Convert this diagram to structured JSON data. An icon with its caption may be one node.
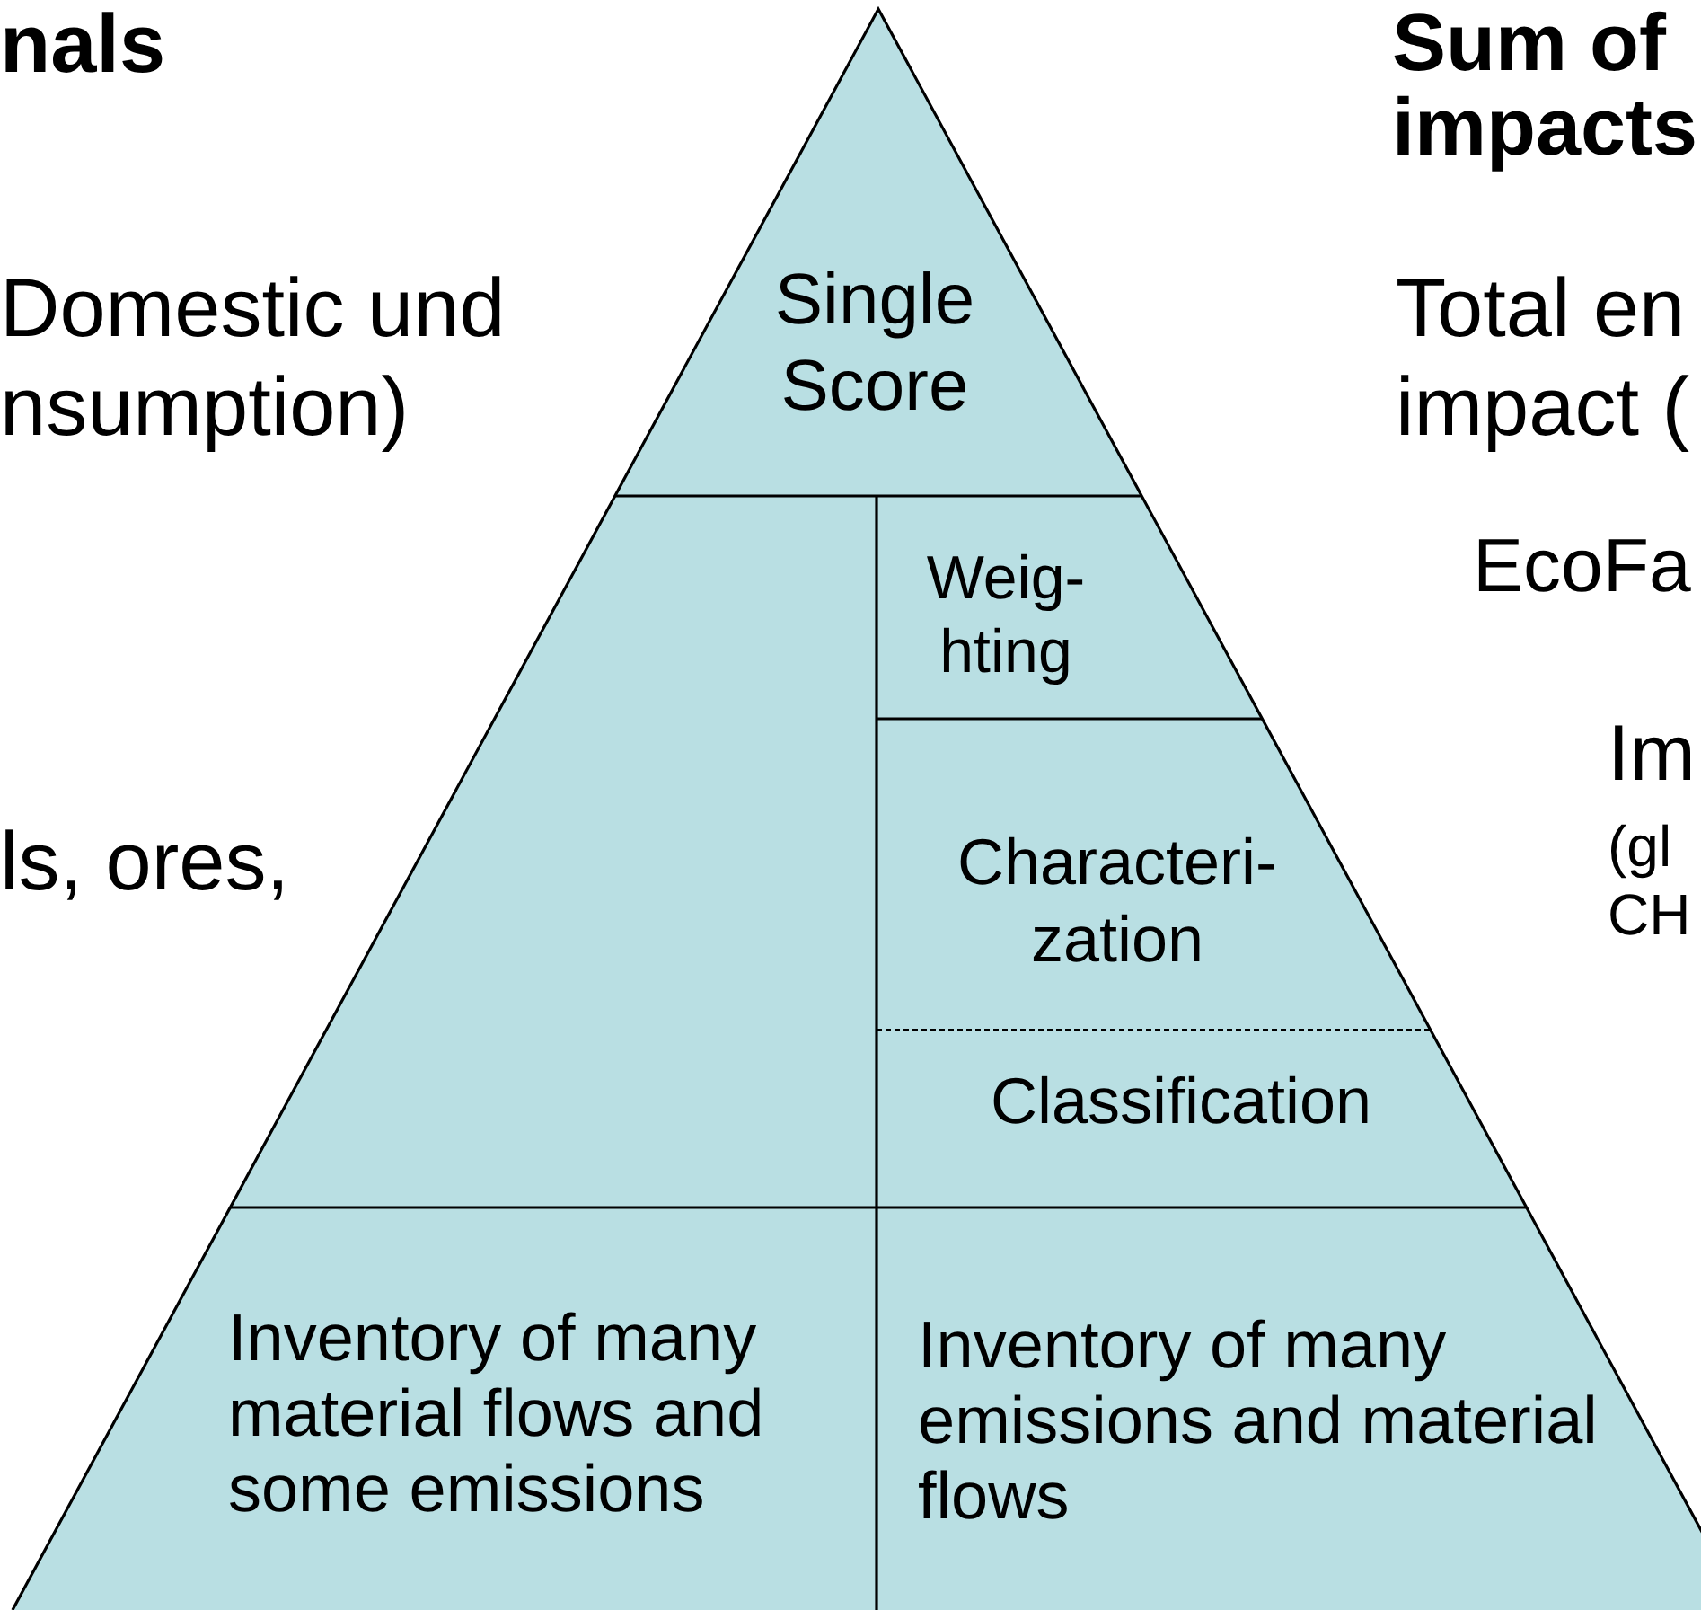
{
  "diagram": {
    "nodes": [
      {
        "text": [
          "Single Score"
        ]
      },
      {
        "text": [
          "Weig- hting"
        ]
      },
      {
        "text": [
          "Characteri- zation"
        ]
      },
      {
        "text": [
          "Classification"
        ]
      },
      {
        "text": [],
        "shape": "box"
      },
      {
        "text": [
          "Inventory of many material flows and some emissions"
        ]
      },
      {
        "text": [
          "Inventory of many emissions and material flows"
        ]
      }
    ],
    "labels": [
      "nals",
      "Domestic und nsumption)",
      "ls, ores,",
      "Sum of impacts",
      "Total en impact (",
      "EcoFa",
      "Im",
      "(gl CH"
    ]
  }
}
